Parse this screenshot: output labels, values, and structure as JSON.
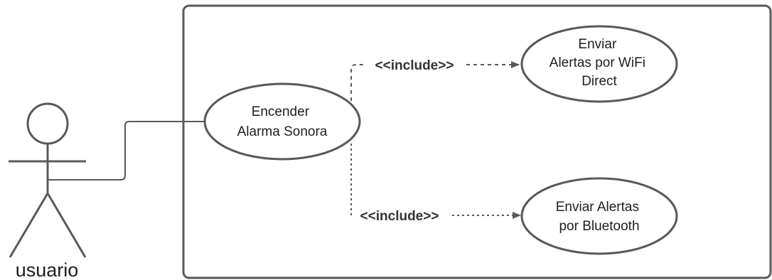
{
  "actor": {
    "name": "usuario"
  },
  "use_cases": {
    "main": {
      "lines": [
        "Encender",
        "Alarma Sonora"
      ]
    },
    "wifi": {
      "lines": [
        "Enviar",
        "Alertas por WiFi",
        "Direct"
      ]
    },
    "bluetooth": {
      "lines": [
        "Enviar Alertas",
        "por Bluetooth"
      ]
    }
  },
  "relations": {
    "include_wifi": "<<include>>",
    "include_bluetooth": "<<include>>"
  },
  "colors": {
    "stroke": "#595959",
    "text": "#1e1e1e"
  }
}
